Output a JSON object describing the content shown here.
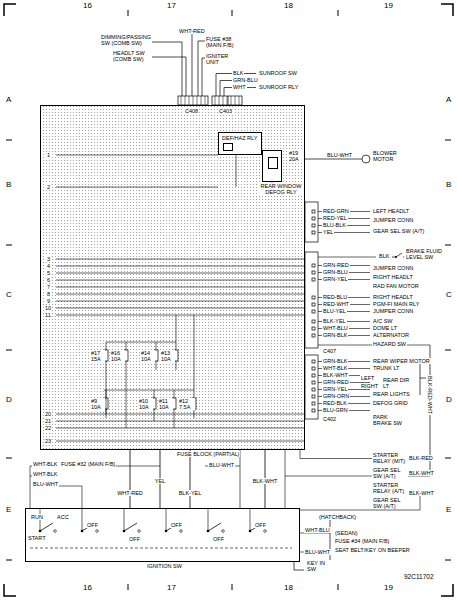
{
  "diagram": {
    "nodes": [
      {
        "text": [
          "FUSE BLOCK (PARTIAL)"
        ]
      },
      {
        "text": [
          "DEF/HAZ RLY"
        ],
        "in": 0
      },
      {
        "text": [
          "REAR WINDOW DEFOG RLY"
        ],
        "in": 0
      },
      {
        "text": [
          "IGNITION SW"
        ]
      }
    ],
    "edges": [
      {
        "from": 0,
        "to": 3,
        "arrow": "none",
        "label": "WHT-RED"
      },
      {
        "from": 0,
        "to": 3,
        "arrow": "none",
        "label": "YEL"
      },
      {
        "from": 0,
        "to": 3,
        "arrow": "none",
        "label": "BLK-YEL"
      },
      {
        "from": 0,
        "to": 3,
        "arrow": "none",
        "label": "BLK-WHT"
      }
    ],
    "labels": [
      "16",
      "17",
      "18",
      "19",
      "16",
      "17",
      "18",
      "19",
      "A",
      "B",
      "C",
      "D",
      "E",
      "A",
      "B",
      "C",
      "D",
      "E",
      "92C11702",
      "DIMMING/PASSING SW (COMB SW)",
      "HEADLT SW (COMB SW)",
      "WHT-RED",
      "FUSE #38 (MAIN F/B)",
      "IGNITER UNIT",
      "BLK",
      "GRN-BLU",
      "WHT",
      "SUNROOF SW",
      "SUNROOF RLY",
      "C408",
      "C403",
      "#19 20A",
      "BLU-WHT",
      "BLOWER MOTOR",
      "RED-GRN",
      "RED-YEL",
      "BLU-BLK",
      "YEL",
      "LEFT HEADLT",
      "JUMPER CONN",
      "GEAR SEL SW (A/T)",
      "BLK",
      "BRAKE FLUID LEVEL SW",
      "GRN-RED",
      "GRN-BLU",
      "GRN-YEL",
      "JUMPER CONN",
      "RIGHT HEADLT",
      "RAD FAN MOTOR",
      "RED-BLU",
      "RED-WHT",
      "BLU-YEL",
      "RIGHT HEADLT",
      "PGM-FI MAIN RLY",
      "JUMPER CONN",
      "BLK-YEL",
      "WHT-BLU",
      "GRN-BLK",
      "A/C SW",
      "DOME LT",
      "ALTERNATOR",
      "HAZARD SW",
      "C407",
      "GRN-BLK",
      "WHT-BLK",
      "BLK-WHT",
      "GRN-RED",
      "GRN-YEL",
      "GRN-ORN",
      "RED-BLK",
      "BLU-GRN",
      "REAR WIPER MOTOR",
      "TRUNK LT",
      "LEFT",
      "RIGHT",
      "REAR DIR LT",
      "REAR LIGHTS",
      "DEFOG GRID",
      "PARK BRAKE SW",
      "C402",
      "BLK-RED-WHT",
      "STARTER RELAY (M/T)",
      "BLK-RED",
      "GEAR SEL SW (A/T)",
      "BLK-WHT",
      "STARTER RELAY (A/T)",
      "GEAR SEL SW (A/T)",
      "BLK-WHT",
      "(HATCHBACK)",
      "WHT-BLU",
      "(SEDAN)",
      "FUSE #34 (MAIN F/B)",
      "SEAT BELT/KEY ON BEEPER",
      "BLU-WHT",
      "KEY IN SW",
      "WHT-BLK",
      "FUSE #32 (MAIN F/B)",
      "WHT-BLK",
      "BLU-WHT",
      "BLU-WHT",
      "RUN",
      "START",
      "ACC",
      "OFF",
      "OFF",
      "OFF",
      "OFF",
      "OFF",
      "1",
      "2",
      "3",
      "4",
      "5",
      "6",
      "7",
      "8",
      "9",
      "10",
      "11",
      "20",
      "21",
      "22",
      "23",
      "#17 15A",
      "#16 10A",
      "#14 10A",
      "#13 10A",
      "#9 10A",
      "#10 10A",
      "#11 10A",
      "#12 7.5A"
    ]
  }
}
